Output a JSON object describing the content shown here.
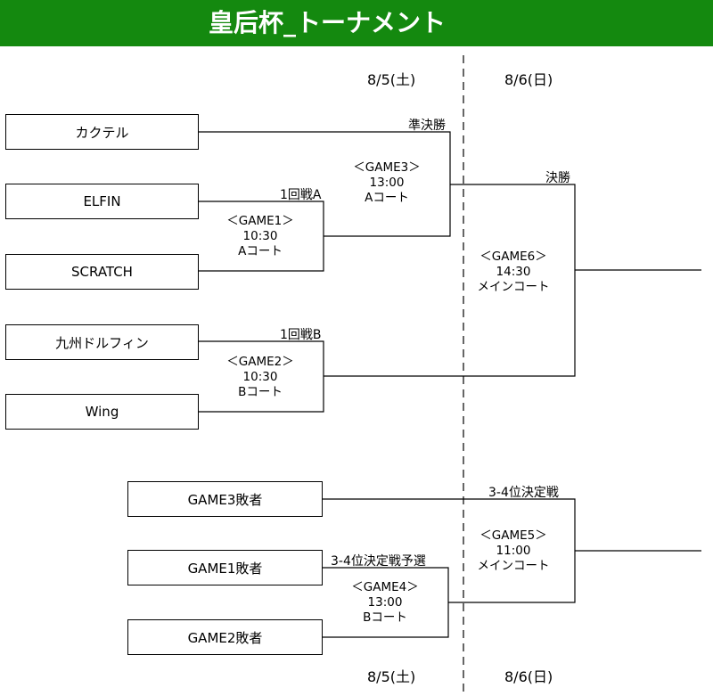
{
  "header": {
    "title": "皇后杯_トーナメント"
  },
  "dates": {
    "day1_top": "8/5(土)",
    "day2_top": "8/6(日)",
    "day1_bottom": "8/5(土)",
    "day2_bottom": "8/6(日)"
  },
  "teams": [
    "カクテル",
    "ELFIN",
    "SCRATCH",
    "九州ドルフィン",
    "Wing"
  ],
  "consolation_entrants": [
    "GAME3敗者",
    "GAME1敗者",
    "GAME2敗者"
  ],
  "round_labels": {
    "semifinal": "準決勝",
    "final": "決勝",
    "first_round_a": "1回戦A",
    "first_round_b": "1回戦B",
    "third_place": "3-4位決定戦",
    "third_place_prelim": "3-4位決定戦予選"
  },
  "games": {
    "game1": {
      "name": "＜GAME1＞",
      "time": "10:30",
      "court": "Aコート"
    },
    "game2": {
      "name": "＜GAME2＞",
      "time": "10:30",
      "court": "Bコート"
    },
    "game3": {
      "name": "＜GAME3＞",
      "time": "13:00",
      "court": "Aコート"
    },
    "game4": {
      "name": "＜GAME4＞",
      "time": "13:00",
      "court": "Bコート"
    },
    "game5": {
      "name": "＜GAME5＞",
      "time": "11:00",
      "court": "メインコート"
    },
    "game6": {
      "name": "＜GAME6＞",
      "time": "14:30",
      "court": "メインコート"
    }
  },
  "colors": {
    "header_bg": "#14890f",
    "header_text": "#ffffff",
    "line": "#000000",
    "divider": "#666666"
  }
}
